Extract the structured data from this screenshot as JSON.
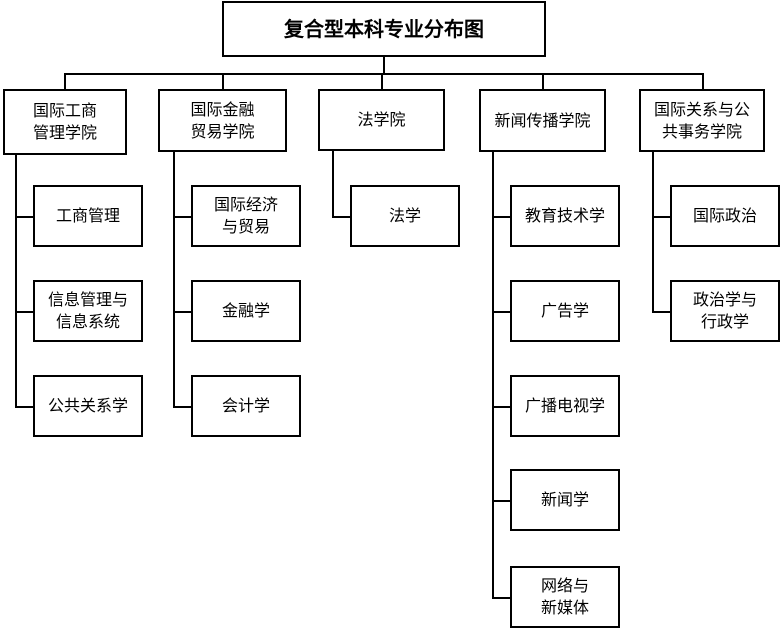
{
  "title": "复合型本科专业分布图",
  "colleges": [
    {
      "name": "国际工商\n管理学院",
      "majors": [
        "工商管理",
        "信息管理与\n信息系统",
        "公共关系学"
      ]
    },
    {
      "name": "国际金融\n贸易学院",
      "majors": [
        "国际经济\n与贸易",
        "金融学",
        "会计学"
      ]
    },
    {
      "name": "法学院",
      "majors": [
        "法学"
      ]
    },
    {
      "name": "新闻传播学院",
      "majors": [
        "教育技术学",
        "广告学",
        "广播电视学",
        "新闻学",
        "网络与\n新媒体"
      ]
    },
    {
      "name": "国际关系与公\n共事务学院",
      "majors": [
        "国际政治",
        "政治学与\n行政学"
      ]
    }
  ]
}
